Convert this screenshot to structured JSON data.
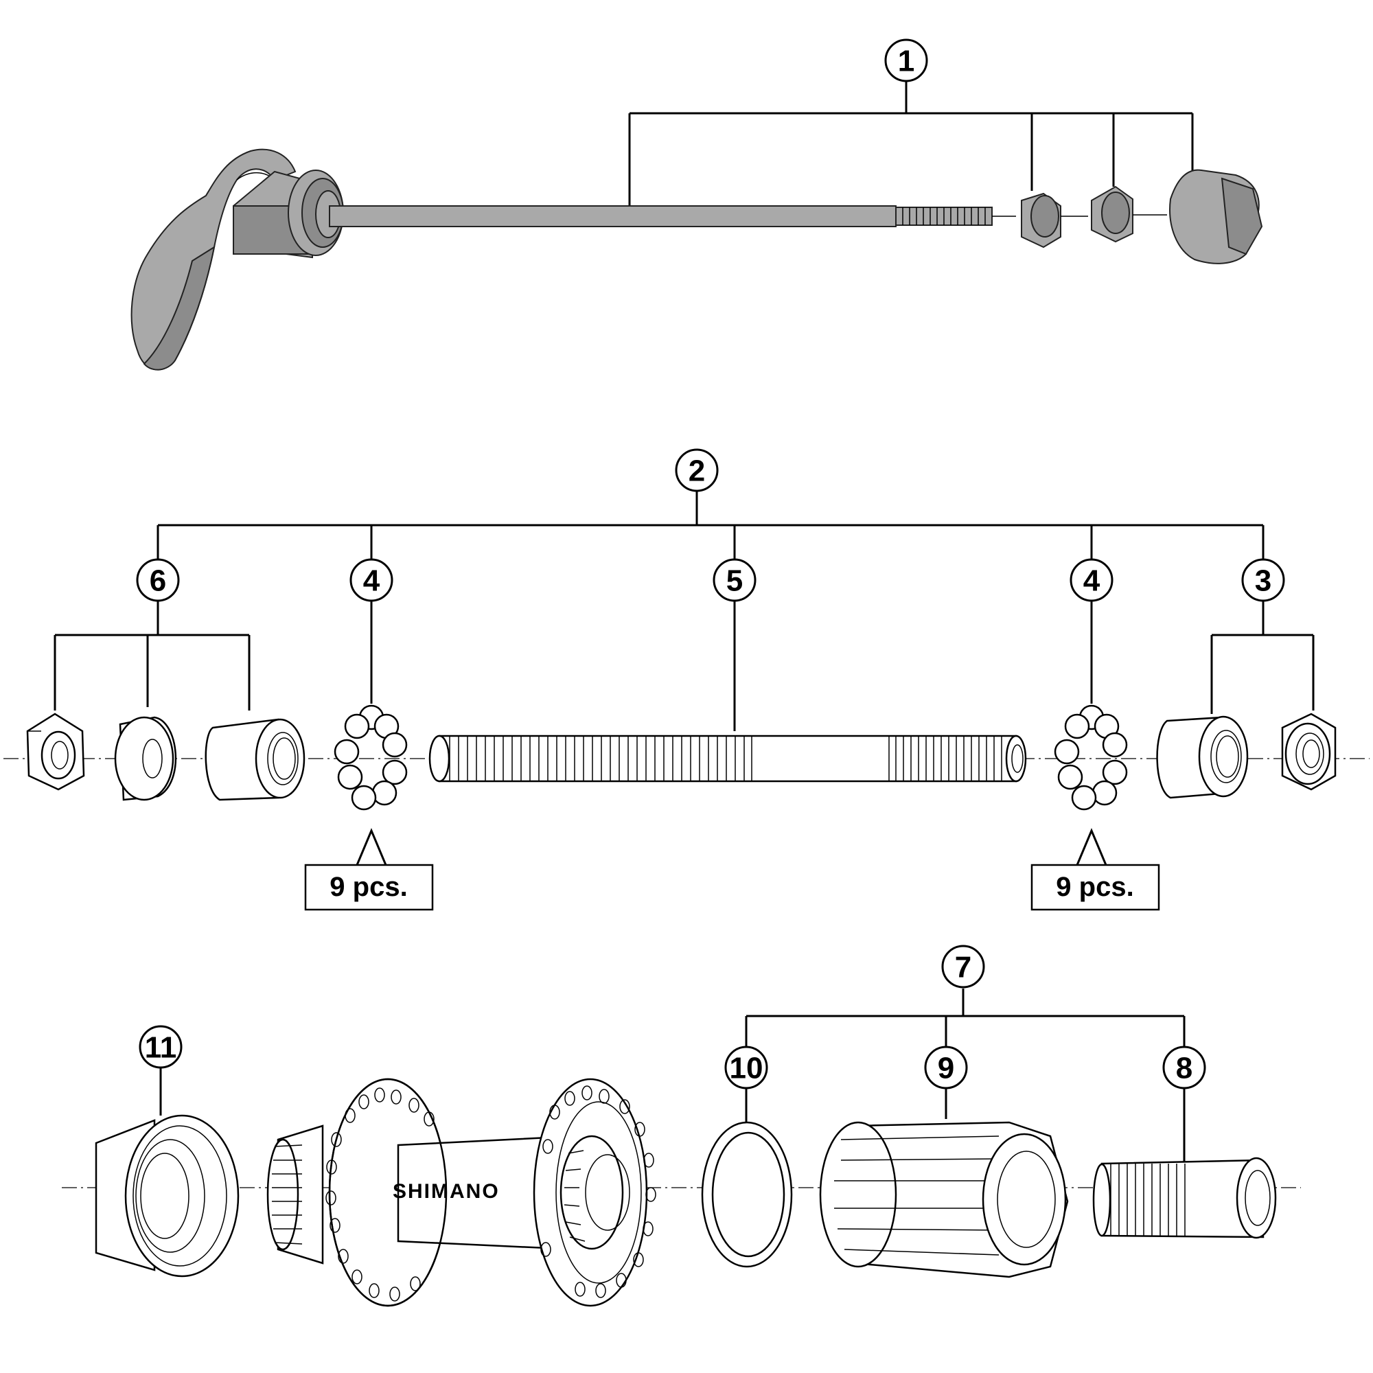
{
  "callouts": {
    "c1": "1",
    "c2": "2",
    "c3": "3",
    "c4_left": "4",
    "c4_right": "4",
    "c5": "5",
    "c6": "6",
    "c7": "7",
    "c8": "8",
    "c9": "9",
    "c10": "10",
    "c11": "11"
  },
  "quantities": {
    "left_balls": "9 pcs.",
    "right_balls": "9 pcs."
  },
  "hub_brand": "SHIMANO",
  "colors": {
    "line": "#000000",
    "qr_metal": "#a9a9a9",
    "qr_shadow": "#8c8c8c",
    "background": "#ffffff"
  }
}
